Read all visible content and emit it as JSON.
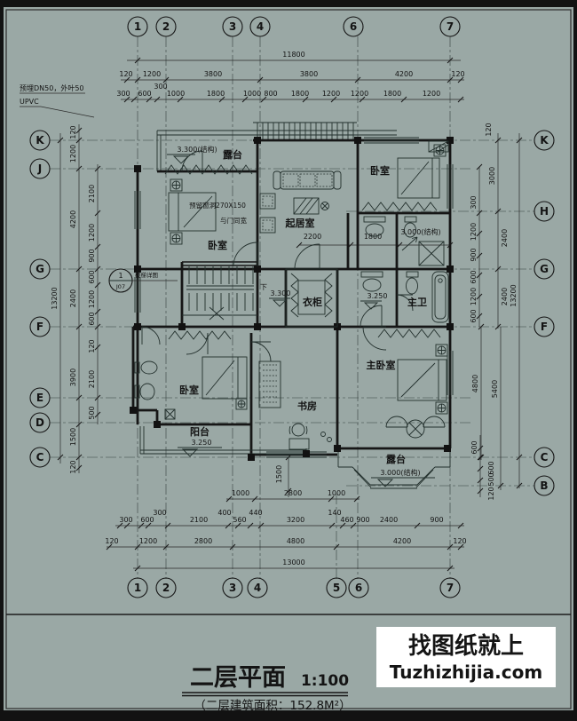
{
  "colors": {
    "bg": "#9aa8a5",
    "ink": "#161616",
    "watermark_blue": "#1f16c2",
    "white": "#ffffff"
  },
  "note_topleft": {
    "line1": "预埋DN50，外叶50",
    "line2": "UPVC"
  },
  "grid": {
    "top": [
      "1",
      "2",
      "3",
      "4",
      "6",
      "7"
    ],
    "bottom": [
      "1",
      "2",
      "3",
      "4",
      "5",
      "6",
      "7"
    ],
    "left": [
      "K",
      "J",
      "G",
      "F",
      "E",
      "D",
      "C"
    ],
    "right": [
      "K",
      "H",
      "G",
      "F",
      "C",
      "B"
    ]
  },
  "dims": {
    "top": {
      "total": "11800",
      "row1": [
        "120",
        "1200",
        "3800",
        "3800",
        "4200",
        "120"
      ],
      "row2": [
        "300",
        "600",
        "300",
        "1000",
        "1800",
        "1000",
        "800",
        "1800",
        "1200",
        "1200",
        "1800",
        "1200"
      ]
    },
    "bottom": {
      "row0": [
        "1000",
        "2800",
        "1000"
      ],
      "v": "1500",
      "row1": [
        "300",
        "600",
        "300",
        "2100",
        "400",
        "560",
        "440",
        "3200",
        "140",
        "460",
        "900",
        "2400",
        "900"
      ],
      "row2": [
        "120",
        "1200",
        "2800",
        "4800",
        "4200",
        "120"
      ],
      "total": "13000"
    },
    "left": {
      "total": "13200",
      "mid": [
        "120",
        "1200",
        "4200",
        "2400",
        "3900",
        "1500",
        "120"
      ],
      "inner": [
        "2100",
        "1200",
        "900",
        "600",
        "1200",
        "600",
        "120",
        "2100",
        "500"
      ]
    },
    "right": {
      "total": "13200",
      "sub": [
        "4800",
        "5400"
      ],
      "mid": [
        "3000",
        "2400",
        "2400"
      ],
      "inner": [
        "120",
        "300",
        "1200",
        "900",
        "600",
        "1200",
        "600",
        "600",
        "600",
        "500",
        "120"
      ]
    },
    "inner": {
      "living": "2200",
      "bath": "1800"
    }
  },
  "rooms": {
    "terrace_top": "露台",
    "bed_tl": "卧室",
    "living": "起居室",
    "bed_tr": "卧室",
    "closet": "衣柜",
    "master_bath": "主卫",
    "master_bed": "主卧室",
    "study": "书房",
    "bed_bl": "卧室",
    "balcony": "阳台",
    "terrace_bottom": "露台",
    "down": "下"
  },
  "levels": {
    "terrace_top": "3.300(结构)",
    "hall": "3.300",
    "bath_top": "3.000(结构)",
    "bath_mid": "3.250",
    "balcony": "3.250",
    "terrace_bottom": "3.000(结构)"
  },
  "stair_ref": {
    "num": "1",
    "sheet": "J07",
    "label": "楼梯详图"
  },
  "opening_note": {
    "line1": "预留窗洞270X150",
    "line2": "与门同宽"
  },
  "title_block": {
    "title": "二层平面",
    "scale": "1:100",
    "subtitle": "（二层建筑面积：152.8M²）"
  },
  "watermark": {
    "line1": "找图纸就上",
    "line2": "Tuzhizhijia.com"
  }
}
